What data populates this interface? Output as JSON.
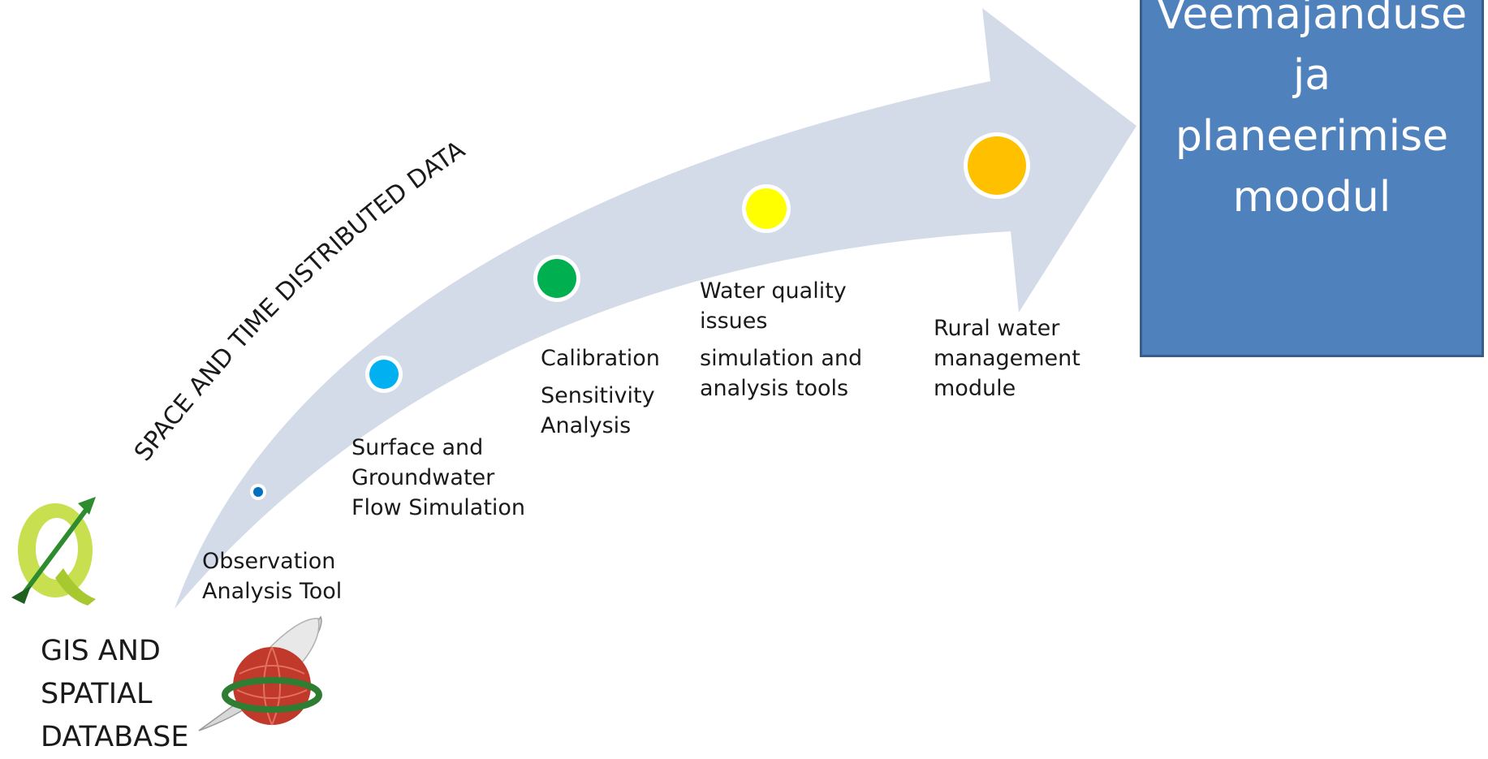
{
  "arc_text": "SPACE AND TIME DISTRIBUTED DATA",
  "target_box": {
    "lines": [
      "Veemajanduse",
      "ja",
      "planeerimise",
      "moodul"
    ]
  },
  "gis": {
    "lines": [
      "GIS AND",
      "SPATIAL",
      "DATABASE"
    ]
  },
  "stages": [
    {
      "lines": [
        "Observation",
        "Analysis Tool"
      ],
      "color": "#0070c0"
    },
    {
      "lines": [
        "Surface and",
        "Groundwater",
        "Flow Simulation"
      ],
      "color": "#00b0f0"
    },
    {
      "lines": [
        "Calibration"
      ],
      "extra": [
        "Sensitivity",
        "Analysis"
      ],
      "color": "#00b050"
    },
    {
      "lines": [
        "Water quality",
        "issues"
      ],
      "extra": [
        "simulation and",
        "analysis  tools"
      ],
      "color": "#ffff00"
    },
    {
      "lines": [
        "Rural water",
        "management",
        "module"
      ],
      "color": "#ffc000"
    }
  ],
  "colors": {
    "arrow": "#d3dae8",
    "box": "#4f81bd",
    "box_border": "#385d8a"
  },
  "icons": [
    "qgis-logo-icon",
    "globe-satellite-icon"
  ]
}
